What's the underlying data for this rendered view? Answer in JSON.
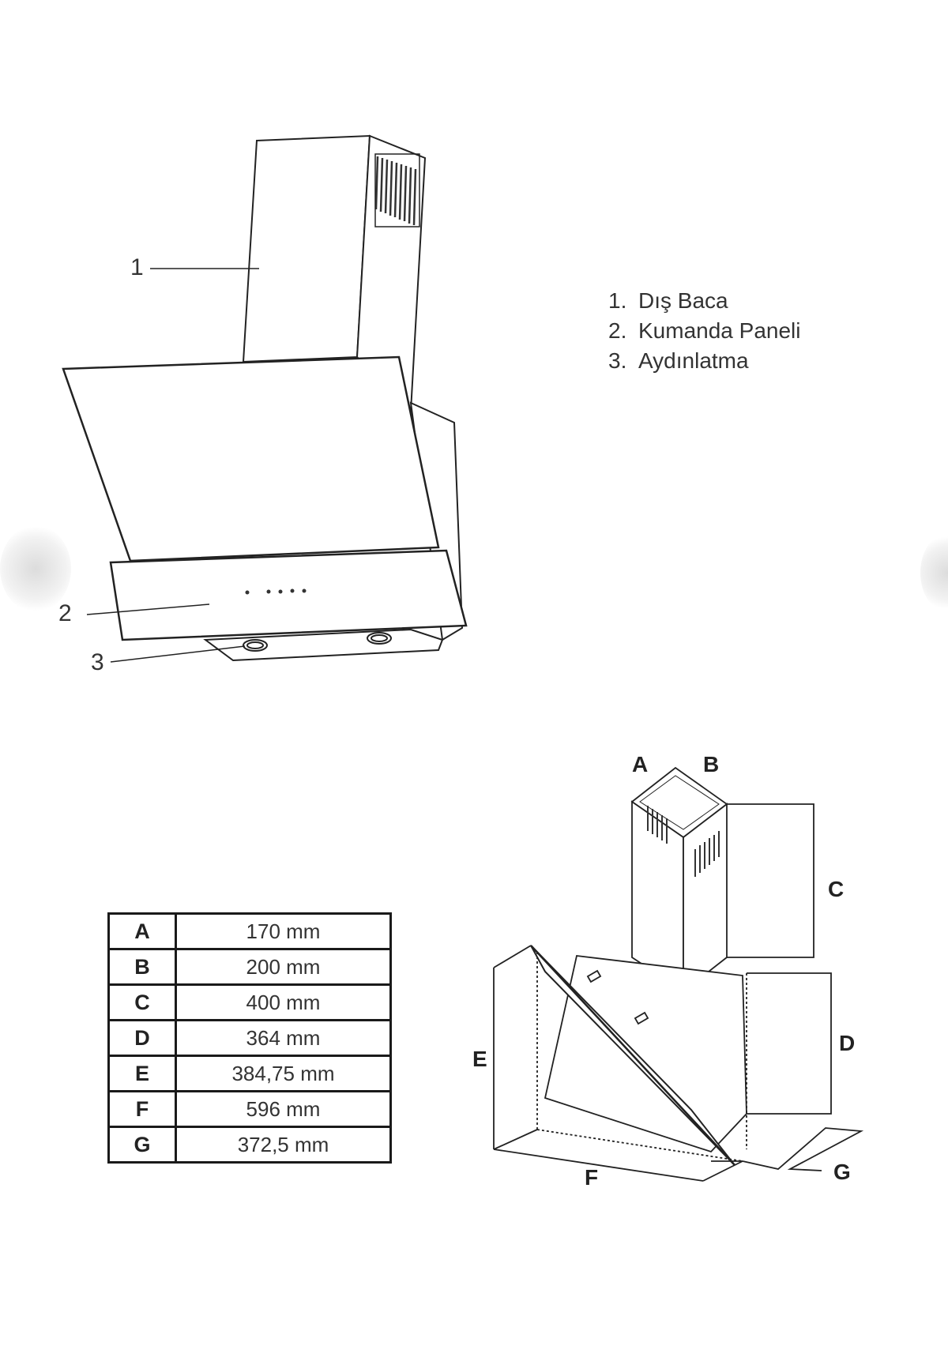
{
  "hood_callouts": {
    "c1": "1",
    "c2": "2",
    "c3": "3"
  },
  "legend": [
    {
      "num": "1.",
      "label": "Dış Baca"
    },
    {
      "num": "2.",
      "label": "Kumanda Paneli"
    },
    {
      "num": "3.",
      "label": "Aydınlatma"
    }
  ],
  "dimensions": [
    {
      "key": "A",
      "value": "170 mm"
    },
    {
      "key": "B",
      "value": "200 mm"
    },
    {
      "key": "C",
      "value": "400 mm"
    },
    {
      "key": "D",
      "value": "364 mm"
    },
    {
      "key": "E",
      "value": "384,75 mm"
    },
    {
      "key": "F",
      "value": "596 mm"
    },
    {
      "key": "G",
      "value": "372,5 mm"
    }
  ],
  "dimension_labels": {
    "a": "A",
    "b": "B",
    "c": "C",
    "d": "D",
    "e": "E",
    "f": "F",
    "g": "G"
  }
}
